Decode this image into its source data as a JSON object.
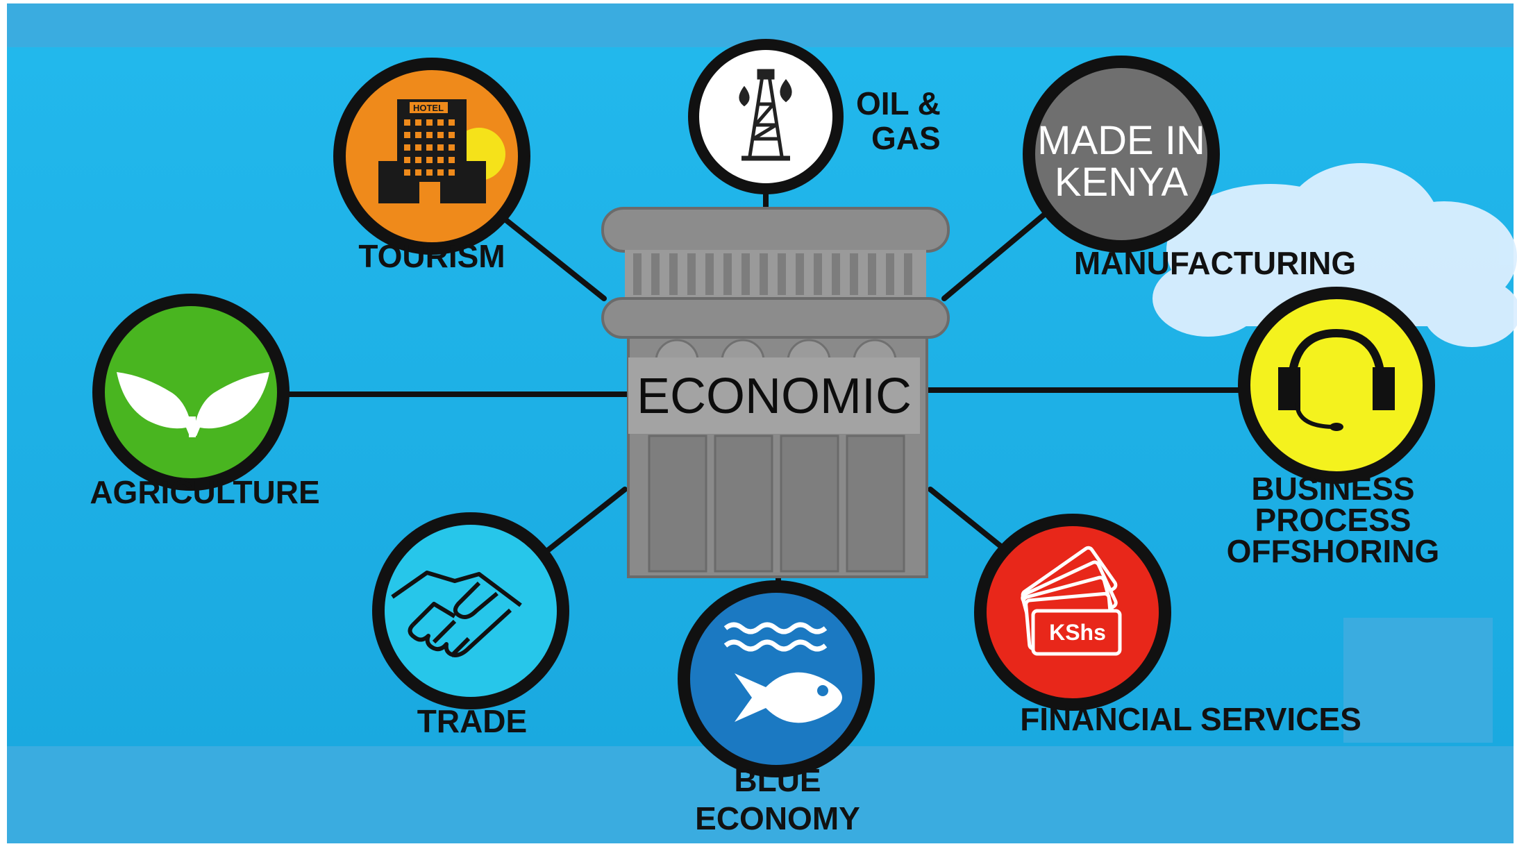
{
  "hub": {
    "label": "ECONOMIC"
  },
  "sectors": {
    "oil_gas": {
      "label_line1": "OIL &",
      "label_line2": "GAS"
    },
    "tourism": {
      "label": "TOURISM",
      "sign": "HOTEL"
    },
    "manufacturing": {
      "label": "MANUFACTURING",
      "badge_line1": "MADE IN",
      "badge_line2": "KENYA"
    },
    "agriculture": {
      "label": "AGRICULTURE"
    },
    "bpo": {
      "label_line1": "BUSINESS",
      "label_line2": "PROCESS",
      "label_line3": "OFFSHORING"
    },
    "trade": {
      "label": "TRADE"
    },
    "blue_economy": {
      "label_line1": "BLUE",
      "label_line2": "ECONOMY"
    },
    "financial": {
      "label": "FINANCIAL SERVICES",
      "card_text": "KShs"
    }
  },
  "colors": {
    "background": "#1fb5ea",
    "band": "#3aace0",
    "pillar": "#8a8a8a",
    "tourism": "#ef8a1b",
    "oil_gas": "#ffffff",
    "manufacturing": "#6f6f6f",
    "agriculture": "#49b520",
    "bpo": "#f4f21e",
    "trade": "#27c6ea",
    "blue_economy": "#1b79c2",
    "financial": "#e8271a"
  },
  "icons": {
    "oil_gas": "oil-rig-icon",
    "tourism": "hotel-icon",
    "manufacturing": "made-in-kenya-badge",
    "agriculture": "leaves-icon",
    "bpo": "headset-icon",
    "trade": "handshake-icon",
    "blue_economy": "fish-waves-icon",
    "financial": "banknotes-icon"
  }
}
